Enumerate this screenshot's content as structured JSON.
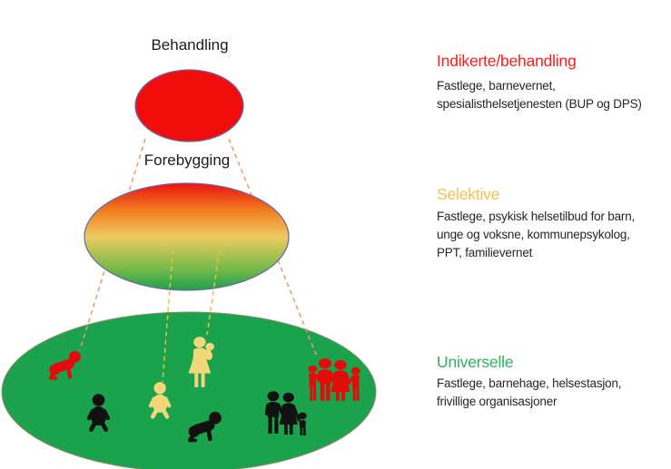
{
  "diagram": {
    "top_label": "Behandling",
    "middle_label": "Forebygging",
    "colors": {
      "treatment_ellipse": "#f20d0d",
      "prevention_gradient_top": "#ed1111",
      "prevention_gradient_orange": "#f07c1e",
      "prevention_gradient_yellow": "#eecb60",
      "prevention_gradient_bottom": "#1fa24c",
      "universal_ellipse": "#1aa24c",
      "ellipse_border": "#6a6aaa",
      "orange_dash": "#f0966b",
      "yellow_dash": "#e9c23f",
      "red_figure": "#e30b0b",
      "yellow_figure": "#f3d77b",
      "black_figure": "#111111"
    },
    "icons": [
      {
        "name": "red-crawling-baby-icon",
        "color": "#e30b0b"
      },
      {
        "name": "black-sitting-baby-icon",
        "color": "#111111"
      },
      {
        "name": "yellow-sitting-baby-icon",
        "color": "#f3d77b"
      },
      {
        "name": "yellow-mother-with-baby-icon",
        "color": "#f3d77b"
      },
      {
        "name": "black-crawling-baby-icon",
        "color": "#111111"
      },
      {
        "name": "black-family-icon",
        "color": "#111111"
      },
      {
        "name": "red-family-icon",
        "color": "#e30b0b"
      }
    ]
  },
  "legend": {
    "indicated": {
      "title": "Indikerte/behandling",
      "title_color": "#ff1a1a",
      "body": "Fastlege, barnevernet,\nspesialisthelsetjenesten (BUP og DPS)"
    },
    "selective": {
      "title": "Selektive",
      "title_color": "#f2c14e",
      "body": "Fastlege, psykisk helsetilbud for barn,\nunge og voksne, kommunepsykolog,\nPPT, familievernet"
    },
    "universal": {
      "title": "Universelle",
      "title_color": "#2fb05c",
      "body": "Fastlege, barnehage, helsestasjon,\nfrivillige organisasjoner"
    }
  }
}
